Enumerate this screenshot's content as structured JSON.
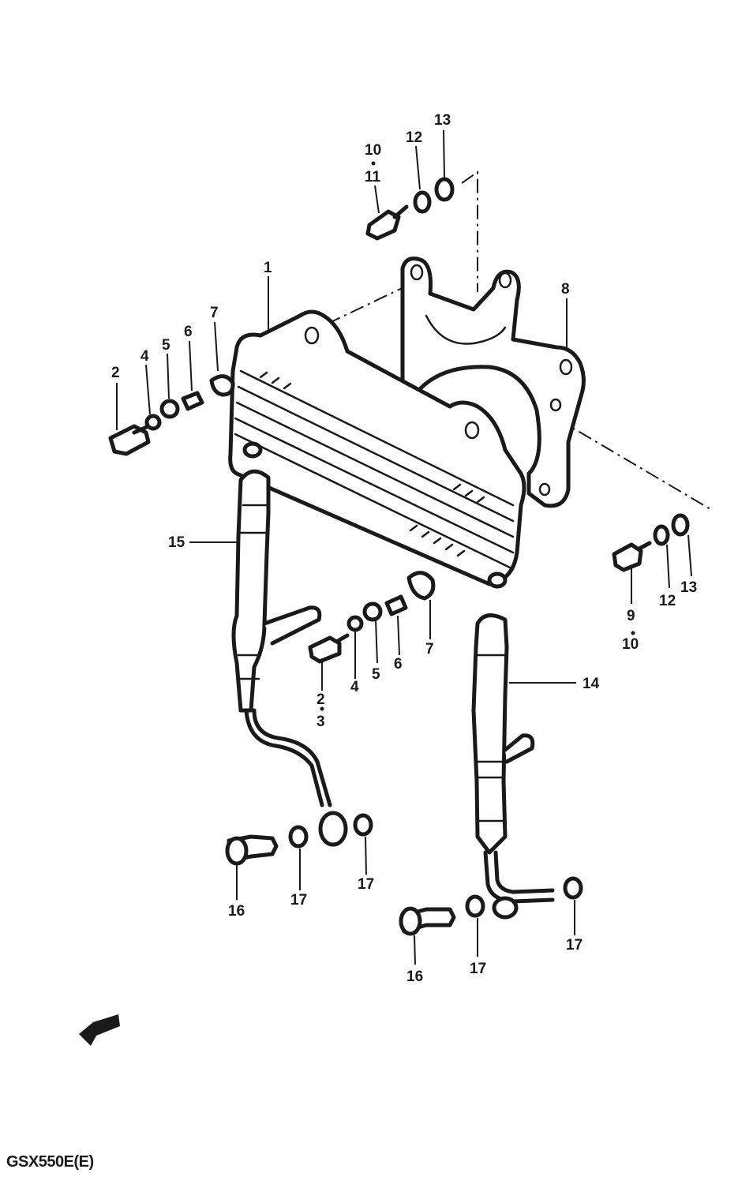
{
  "footer_code": "GSX550E(E)",
  "callouts": [
    {
      "id": "c1",
      "text": "1"
    },
    {
      "id": "c2a",
      "text": "2"
    },
    {
      "id": "c4a",
      "text": "4"
    },
    {
      "id": "c5a",
      "text": "5"
    },
    {
      "id": "c6a",
      "text": "6"
    },
    {
      "id": "c7a",
      "text": "7"
    },
    {
      "id": "c8",
      "text": "8"
    },
    {
      "id": "c10a",
      "text": "10"
    },
    {
      "id": "c11",
      "text": "11"
    },
    {
      "id": "c12a",
      "text": "12"
    },
    {
      "id": "c13a",
      "text": "13"
    },
    {
      "id": "c15",
      "text": "15"
    },
    {
      "id": "c9",
      "text": "9"
    },
    {
      "id": "c10b",
      "text": "10"
    },
    {
      "id": "c12b",
      "text": "12"
    },
    {
      "id": "c13b",
      "text": "13"
    },
    {
      "id": "c2b",
      "text": "2"
    },
    {
      "id": "c3",
      "text": "3"
    },
    {
      "id": "c4b",
      "text": "4"
    },
    {
      "id": "c5b",
      "text": "5"
    },
    {
      "id": "c6b",
      "text": "6"
    },
    {
      "id": "c7b",
      "text": "7"
    },
    {
      "id": "c14",
      "text": "14"
    },
    {
      "id": "c16a",
      "text": "16"
    },
    {
      "id": "c17a",
      "text": "17"
    },
    {
      "id": "c17b",
      "text": "17"
    },
    {
      "id": "c16b",
      "text": "16"
    },
    {
      "id": "c17c",
      "text": "17"
    },
    {
      "id": "c17d",
      "text": "17"
    }
  ]
}
